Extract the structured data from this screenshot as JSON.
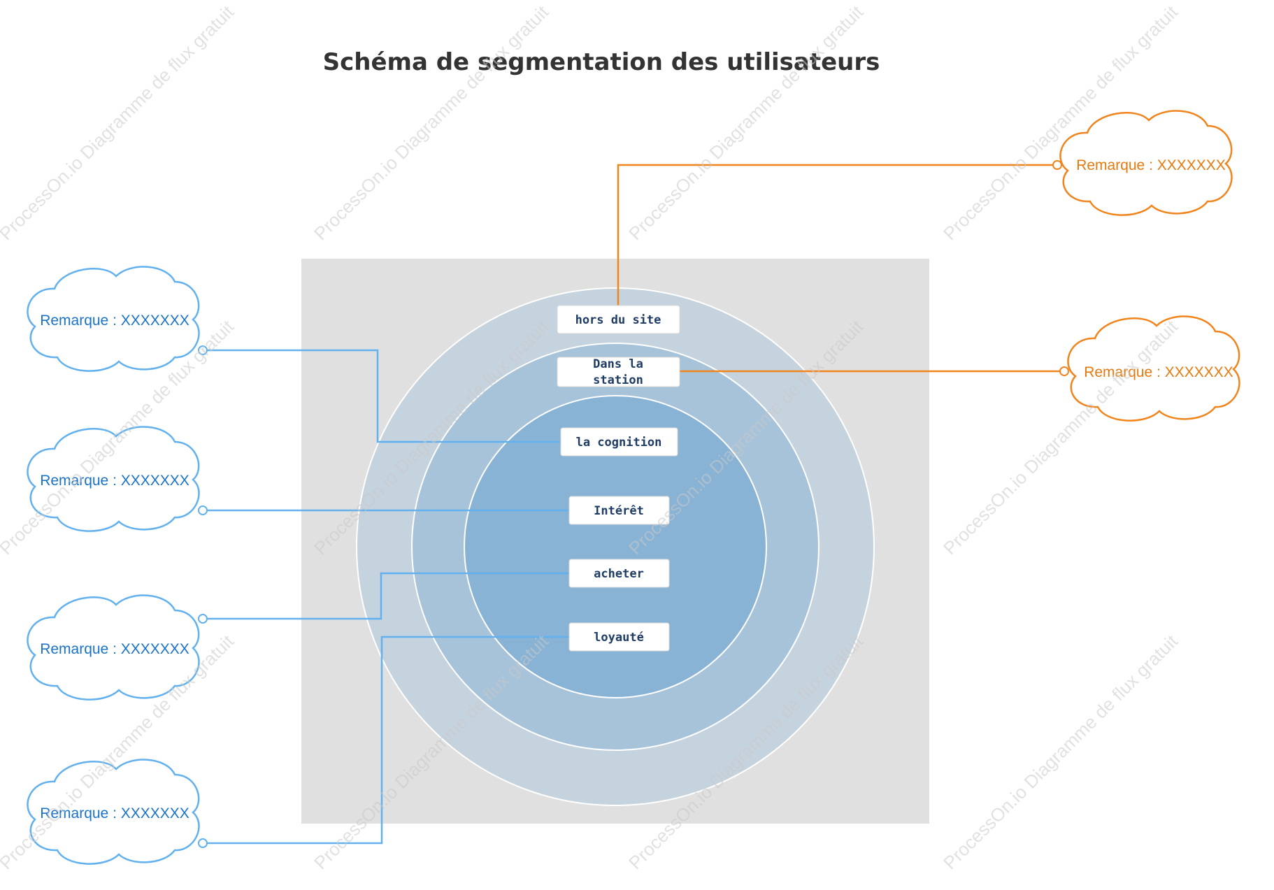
{
  "title": "Schéma de segmentation des utilisateurs",
  "watermark": "ProcessOn.io Diagramme de flux gratuit",
  "colors": {
    "backdrop": "#e0e0e0",
    "ring_outer": "#c5d3de",
    "ring_middle": "#a7c3da",
    "ring_inner": "#89b3d5",
    "ring_stroke": "#ffffff",
    "blue_connector": "#62b1ee",
    "blue_text": "#1a73c9",
    "orange_connector": "#f0841d",
    "orange_text": "#e8790f",
    "label_text": "#1f3c66"
  },
  "segments": [
    {
      "id": "hors-du-site",
      "lines": [
        "hors du site"
      ]
    },
    {
      "id": "dans-la-station",
      "lines": [
        "Dans la",
        "station"
      ]
    },
    {
      "id": "la-cognition",
      "lines": [
        "la cognition"
      ]
    },
    {
      "id": "interet",
      "lines": [
        "Intérêt"
      ]
    },
    {
      "id": "acheter",
      "lines": [
        "acheter"
      ]
    },
    {
      "id": "loyaute",
      "lines": [
        "loyauté"
      ]
    }
  ],
  "notes": [
    {
      "id": "note-left-1",
      "text": "Remarque : XXXXXXX",
      "color": "blue"
    },
    {
      "id": "note-left-2",
      "text": "Remarque : XXXXXXX",
      "color": "blue"
    },
    {
      "id": "note-left-3",
      "text": "Remarque : XXXXXXX",
      "color": "blue"
    },
    {
      "id": "note-left-4",
      "text": "Remarque : XXXXXXX",
      "color": "blue"
    },
    {
      "id": "note-right-1",
      "text": "Remarque : XXXXXXX",
      "color": "orange"
    },
    {
      "id": "note-right-2",
      "text": "Remarque : XXXXXXX",
      "color": "orange"
    }
  ],
  "connections": [
    {
      "from": "note-right-1",
      "to": "hors-du-site"
    },
    {
      "from": "note-right-2",
      "to": "dans-la-station"
    },
    {
      "from": "note-left-1",
      "to": "la-cognition"
    },
    {
      "from": "note-left-2",
      "to": "interet"
    },
    {
      "from": "note-left-3",
      "to": "acheter"
    },
    {
      "from": "note-left-4",
      "to": "loyaute"
    }
  ]
}
